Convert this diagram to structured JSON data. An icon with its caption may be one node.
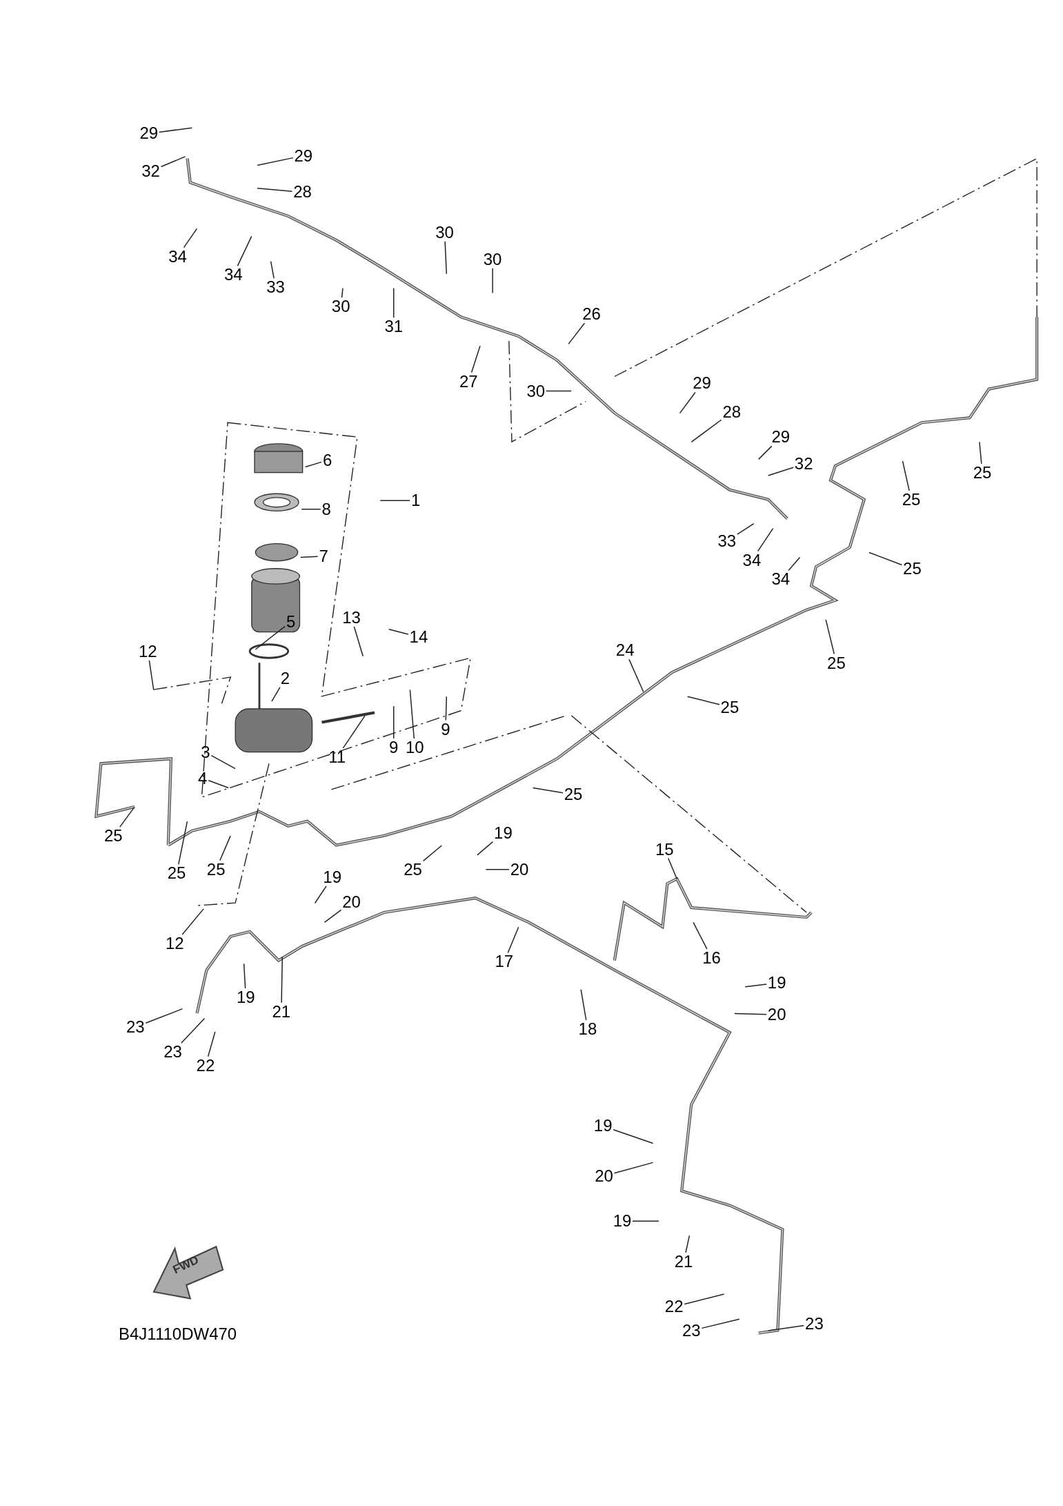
{
  "diagram": {
    "nodes": [
      {
        "text": [
          "29"
        ]
      },
      {
        "text": [
          "32"
        ]
      },
      {
        "text": [
          "29"
        ]
      },
      {
        "text": [
          "28"
        ]
      },
      {
        "text": [
          "34"
        ]
      },
      {
        "text": [
          "34"
        ]
      },
      {
        "text": [
          "33"
        ]
      },
      {
        "text": [
          "30"
        ]
      },
      {
        "text": [
          "31"
        ]
      },
      {
        "text": [
          "30"
        ]
      },
      {
        "text": [
          "30"
        ]
      },
      {
        "text": [
          "26"
        ]
      },
      {
        "text": [
          "27"
        ]
      },
      {
        "text": [
          "30"
        ]
      },
      {
        "text": [
          "29"
        ]
      },
      {
        "text": [
          "28"
        ]
      },
      {
        "text": [
          "29"
        ]
      },
      {
        "text": [
          "32"
        ]
      },
      {
        "text": [
          "33"
        ]
      },
      {
        "text": [
          "34"
        ]
      },
      {
        "text": [
          "34"
        ]
      },
      {
        "text": [
          "25"
        ]
      },
      {
        "text": [
          "25"
        ]
      },
      {
        "text": [
          "25"
        ]
      },
      {
        "text": [
          "25"
        ]
      },
      {
        "text": [
          "24"
        ]
      },
      {
        "text": [
          "25"
        ]
      },
      {
        "text": [
          "25"
        ]
      },
      {
        "text": [
          "6"
        ]
      },
      {
        "text": [
          "8"
        ]
      },
      {
        "text": [
          "7"
        ]
      },
      {
        "text": [
          "1"
        ]
      },
      {
        "text": [
          "5"
        ]
      },
      {
        "text": [
          "12"
        ]
      },
      {
        "text": [
          "13"
        ]
      },
      {
        "text": [
          "14"
        ]
      },
      {
        "text": [
          "2"
        ]
      },
      {
        "text": [
          "11"
        ]
      },
      {
        "text": [
          "9"
        ]
      },
      {
        "text": [
          "10"
        ]
      },
      {
        "text": [
          "9"
        ]
      },
      {
        "text": [
          "3"
        ]
      },
      {
        "text": [
          "4"
        ]
      },
      {
        "text": [
          "25"
        ]
      },
      {
        "text": [
          "25"
        ]
      },
      {
        "text": [
          "25"
        ]
      },
      {
        "text": [
          "25"
        ]
      },
      {
        "text": [
          "12"
        ]
      },
      {
        "text": [
          "19"
        ]
      },
      {
        "text": [
          "20"
        ]
      },
      {
        "text": [
          "19"
        ]
      },
      {
        "text": [
          "20"
        ]
      },
      {
        "text": [
          "15"
        ]
      },
      {
        "text": [
          "16"
        ]
      },
      {
        "text": [
          "17"
        ]
      },
      {
        "text": [
          "19"
        ]
      },
      {
        "text": [
          "21"
        ]
      },
      {
        "text": [
          "18"
        ]
      },
      {
        "text": [
          "19"
        ]
      },
      {
        "text": [
          "20"
        ]
      },
      {
        "text": [
          "23"
        ]
      },
      {
        "text": [
          "23"
        ]
      },
      {
        "text": [
          "22"
        ]
      },
      {
        "text": [
          "19"
        ]
      },
      {
        "text": [
          "20"
        ]
      },
      {
        "text": [
          "19"
        ]
      },
      {
        "text": [
          "21"
        ]
      },
      {
        "text": [
          "22"
        ]
      },
      {
        "text": [
          "23"
        ]
      },
      {
        "text": [
          "23"
        ]
      }
    ],
    "edges": [
      {
        "from": 0,
        "to": null,
        "arrow": "none"
      },
      {
        "from": 1,
        "to": null,
        "arrow": "none"
      },
      {
        "from": 2,
        "to": null,
        "arrow": "none"
      },
      {
        "from": 3,
        "to": null,
        "arrow": "none"
      },
      {
        "from": 4,
        "to": null,
        "arrow": "none"
      },
      {
        "from": 5,
        "to": null,
        "arrow": "none"
      },
      {
        "from": 6,
        "to": null,
        "arrow": "none"
      },
      {
        "from": 7,
        "to": null,
        "arrow": "none"
      },
      {
        "from": 8,
        "to": null,
        "arrow": "none"
      },
      {
        "from": 9,
        "to": null,
        "arrow": "none"
      },
      {
        "from": 10,
        "to": null,
        "arrow": "none"
      },
      {
        "from": 11,
        "to": null,
        "arrow": "none"
      },
      {
        "from": 12,
        "to": null,
        "arrow": "none"
      },
      {
        "from": 13,
        "to": null,
        "arrow": "none"
      },
      {
        "from": 14,
        "to": null,
        "arrow": "none"
      },
      {
        "from": 15,
        "to": null,
        "arrow": "none"
      },
      {
        "from": 16,
        "to": null,
        "arrow": "none"
      },
      {
        "from": 17,
        "to": null,
        "arrow": "none"
      },
      {
        "from": 18,
        "to": null,
        "arrow": "none"
      },
      {
        "from": 19,
        "to": null,
        "arrow": "none"
      },
      {
        "from": 20,
        "to": null,
        "arrow": "none"
      },
      {
        "from": 21,
        "to": null,
        "arrow": "none"
      },
      {
        "from": 22,
        "to": null,
        "arrow": "none"
      },
      {
        "from": 23,
        "to": null,
        "arrow": "none"
      },
      {
        "from": 24,
        "to": null,
        "arrow": "none"
      },
      {
        "from": 25,
        "to": null,
        "arrow": "none"
      },
      {
        "from": 26,
        "to": null,
        "arrow": "none"
      },
      {
        "from": 27,
        "to": null,
        "arrow": "none"
      },
      {
        "from": 28,
        "to": null,
        "arrow": "none"
      },
      {
        "from": 29,
        "to": null,
        "arrow": "none"
      },
      {
        "from": 30,
        "to": null,
        "arrow": "none"
      },
      {
        "from": 31,
        "to": null,
        "arrow": "none"
      },
      {
        "from": 32,
        "to": null,
        "arrow": "none"
      },
      {
        "from": 33,
        "to": null,
        "arrow": "none"
      },
      {
        "from": 34,
        "to": null,
        "arrow": "none"
      },
      {
        "from": 35,
        "to": null,
        "arrow": "none"
      },
      {
        "from": 36,
        "to": null,
        "arrow": "none"
      },
      {
        "from": 37,
        "to": null,
        "arrow": "none"
      },
      {
        "from": 38,
        "to": null,
        "arrow": "none"
      },
      {
        "from": 39,
        "to": null,
        "arrow": "none"
      },
      {
        "from": 40,
        "to": null,
        "arrow": "none"
      },
      {
        "from": 41,
        "to": null,
        "arrow": "none"
      },
      {
        "from": 42,
        "to": null,
        "arrow": "none"
      },
      {
        "from": 43,
        "to": null,
        "arrow": "none"
      },
      {
        "from": 44,
        "to": null,
        "arrow": "none"
      },
      {
        "from": 45,
        "to": null,
        "arrow": "none"
      },
      {
        "from": 46,
        "to": null,
        "arrow": "none"
      },
      {
        "from": 47,
        "to": null,
        "arrow": "none"
      },
      {
        "from": 48,
        "to": null,
        "arrow": "none"
      },
      {
        "from": 49,
        "to": null,
        "arrow": "none"
      },
      {
        "from": 50,
        "to": null,
        "arrow": "none"
      },
      {
        "from": 51,
        "to": null,
        "arrow": "none"
      },
      {
        "from": 52,
        "to": null,
        "arrow": "none"
      },
      {
        "from": 53,
        "to": null,
        "arrow": "none"
      },
      {
        "from": 54,
        "to": null,
        "arrow": "none"
      },
      {
        "from": 55,
        "to": null,
        "arrow": "none"
      },
      {
        "from": 56,
        "to": null,
        "arrow": "none"
      },
      {
        "from": 57,
        "to": null,
        "arrow": "none"
      },
      {
        "from": 58,
        "to": null,
        "arrow": "none"
      },
      {
        "from": 59,
        "to": null,
        "arrow": "none"
      },
      {
        "from": 60,
        "to": null,
        "arrow": "none"
      },
      {
        "from": 61,
        "to": null,
        "arrow": "none"
      },
      {
        "from": 62,
        "to": null,
        "arrow": "none"
      },
      {
        "from": 63,
        "to": null,
        "arrow": "none"
      },
      {
        "from": 64,
        "to": null,
        "arrow": "none"
      },
      {
        "from": 65,
        "to": null,
        "arrow": "none"
      },
      {
        "from": 66,
        "to": null,
        "arrow": "none"
      },
      {
        "from": 67,
        "to": null,
        "arrow": "none"
      },
      {
        "from": 68,
        "to": null,
        "arrow": "none"
      },
      {
        "from": 69,
        "to": null,
        "arrow": "none"
      }
    ],
    "labels": [
      "FWD",
      "B4J1110DW470"
    ]
  }
}
